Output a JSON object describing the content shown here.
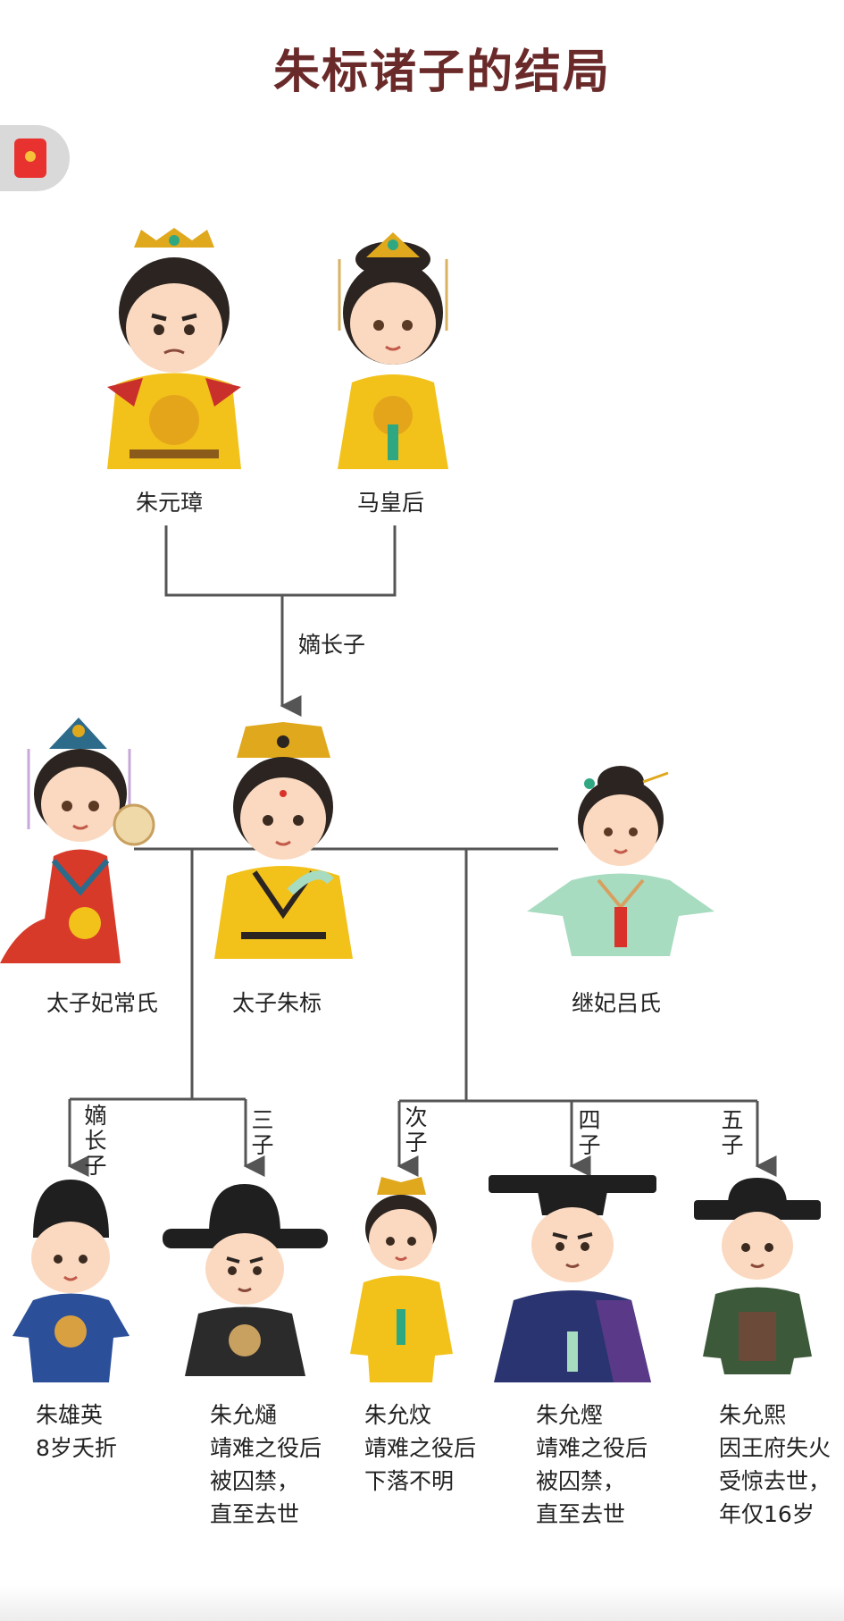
{
  "title": "朱标诸子的结局",
  "float_button_icon": "red-envelope-icon",
  "colors": {
    "title": "#6b2a2a",
    "line": "#555555",
    "imperial_yellow": "#f2c21a",
    "red_robe": "#d83a2a",
    "jade_green": "#a8dcc0",
    "blue_robe": "#2c4f9a",
    "black_robe": "#2b2b2b",
    "navy_robe": "#2a3470",
    "green_robe": "#3c5a3a"
  },
  "parents": {
    "father": "朱元璋",
    "mother": "马皇后"
  },
  "relation_eldest": "嫡长子",
  "generation2": {
    "consort": "太子妃常氏",
    "prince": "太子朱标",
    "second_consort": "继妃吕氏"
  },
  "sons": [
    {
      "relation": "嫡长子",
      "name": "朱雄英",
      "fate": [
        "8岁夭折"
      ]
    },
    {
      "relation": "三子",
      "name": "朱允熥",
      "fate": [
        "靖难之役后",
        "被囚禁，",
        "直至去世"
      ]
    },
    {
      "relation": "次子",
      "name": "朱允炆",
      "fate": [
        "靖难之役后",
        "下落不明"
      ]
    },
    {
      "relation": "四子",
      "name": "朱允熞",
      "fate": [
        "靖难之役后",
        "被囚禁，",
        "直至去世"
      ]
    },
    {
      "relation": "五子",
      "name": "朱允熙",
      "fate": [
        "因王府失火",
        "受惊去世，",
        "年仅16岁"
      ]
    }
  ]
}
